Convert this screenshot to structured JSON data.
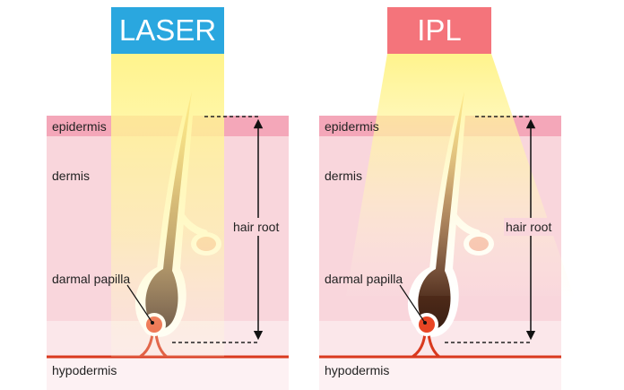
{
  "panels": [
    {
      "title": "LASER",
      "title_color": "#2aa7df",
      "labels": {
        "epidermis": "epidermis",
        "dermis": "dermis",
        "hair_root": "hair root",
        "papilla": "darmal papilla",
        "hypodermis": "hypodermis"
      }
    },
    {
      "title": "IPL",
      "title_color": "#f4747b",
      "labels": {
        "epidermis": "epidermis",
        "dermis": "dermis",
        "hair_root": "hair root",
        "papilla": "darmal papilla",
        "hypodermis": "hypodermis"
      }
    }
  ],
  "colors": {
    "epidermis": "#f4a7b9",
    "dermis": "#f9d6dc",
    "subdermis": "#fbe7ea",
    "hypodermis": "#fdf1f3",
    "vessel": "#d9391e",
    "light": "#fff59a"
  }
}
